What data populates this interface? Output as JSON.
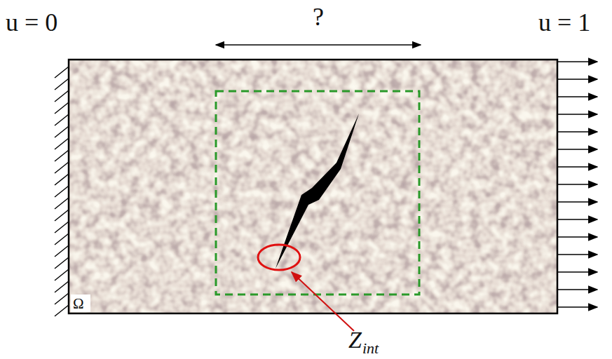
{
  "diagram": {
    "labels": [
      "u = 0",
      "u = 1",
      "?",
      "Ω",
      "Z",
      "int"
    ]
  }
}
